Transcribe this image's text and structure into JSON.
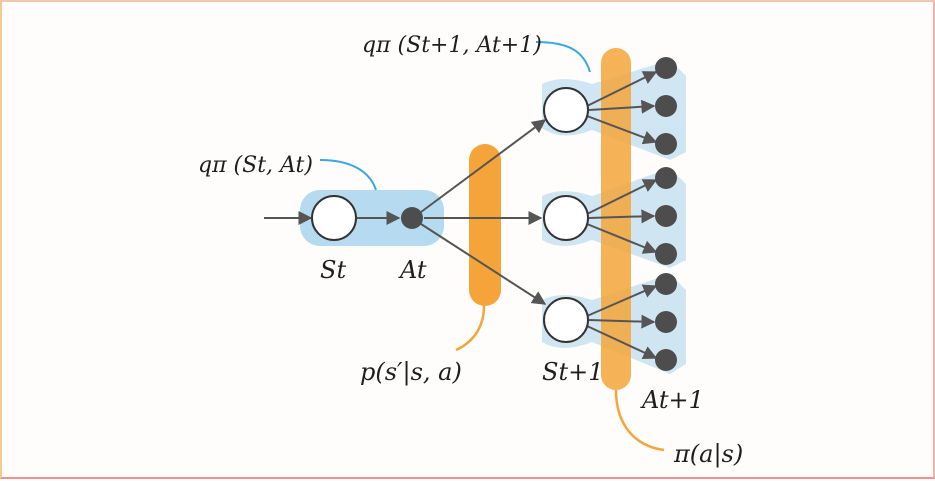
{
  "labels": {
    "q_st_at": "qπ (St, At)",
    "q_st1_at1": "qπ (St+1, At+1)",
    "s_t": "St",
    "a_t": "At",
    "p_transition": "p(s′|s, a)",
    "s_t1": "St+1",
    "a_t1": "At+1",
    "policy": "π(a|s)"
  },
  "colors": {
    "blue_highlight": "#a9d4ec",
    "orange_bar": "#f5a43a",
    "blue_leader": "#3aa7df",
    "orange_leader": "#f5a43a",
    "node_fill": "#ffffff",
    "action_fill": "#4d4d4d",
    "arrow": "#555555"
  }
}
